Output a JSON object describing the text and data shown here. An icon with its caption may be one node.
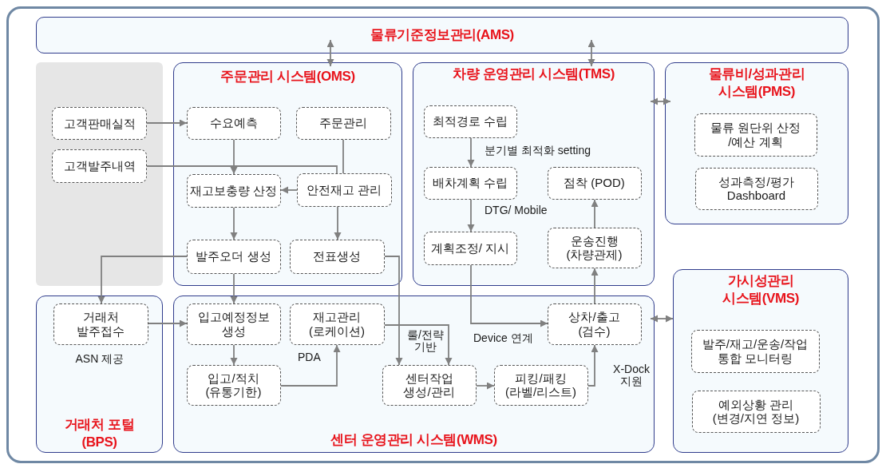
{
  "diagram": {
    "nodes": [
      {
        "text": [
          "물류기준정보관리(AMS)"
        ]
      },
      {
        "text": [],
        "shape": "box"
      },
      {
        "text": [
          "고객판매실적"
        ],
        "in": 1
      },
      {
        "text": [
          "고객발주내역"
        ],
        "in": 1
      },
      {
        "text": [
          "주문관리 시스템(OMS)"
        ]
      },
      {
        "text": [
          "수요예측"
        ],
        "in": 4
      },
      {
        "text": [
          "주문관리"
        ],
        "in": 4
      },
      {
        "text": [
          "재고보충량 산정"
        ],
        "in": 4
      },
      {
        "text": [
          "안전재고 관리"
        ],
        "in": 4
      },
      {
        "text": [
          "발주오더 생성"
        ],
        "in": 4
      },
      {
        "text": [
          "전표생성"
        ],
        "in": 4
      },
      {
        "text": [
          "차량 운영관리 시스템(TMS)"
        ]
      },
      {
        "text": [
          "최적경로 수립"
        ],
        "in": 11
      },
      {
        "text": [
          "배차계획 수립"
        ],
        "in": 11
      },
      {
        "text": [
          "점착 (POD)"
        ],
        "in": 11
      },
      {
        "text": [
          "계획조정/ 지시"
        ],
        "in": 11
      },
      {
        "text": [
          "운송진행 (차량관제)"
        ],
        "in": 11
      },
      {
        "text": [
          "물류비/성과관리 시스템(PMS)"
        ]
      },
      {
        "text": [
          "물류 원단위 산정 /예산 계획"
        ],
        "in": 17
      },
      {
        "text": [
          "성과측정/평가 Dashboard"
        ],
        "in": 17
      },
      {
        "text": [
          "거래처 포털 (BPS)"
        ]
      },
      {
        "text": [
          "거래처 발주접수"
        ],
        "in": 20,
        "beside": [
          "ASN 제공"
        ]
      },
      {
        "text": [
          "센터 운영관리 시스템(WMS)"
        ]
      },
      {
        "text": [
          "입고예정정보 생성"
        ],
        "in": 22
      },
      {
        "text": [
          "재고관리 (로케이션)"
        ],
        "in": 22
      },
      {
        "text": [
          "상차/출고 (검수)"
        ],
        "in": 22
      },
      {
        "text": [
          "입고/적치 (유통기한)"
        ],
        "in": 22
      },
      {
        "text": [
          "센터작업 생성/관리"
        ],
        "in": 22
      },
      {
        "text": [
          "피킹/패킹 (라벨/리스트)"
        ],
        "in": 22
      },
      {
        "text": [
          "가시성관리 시스템(VMS)"
        ]
      },
      {
        "text": [
          "발주/재고/운송/작업 통합 모니터링"
        ],
        "in": 29
      },
      {
        "text": [
          "예외상황 관리 (변경/지연 정보)"
        ],
        "in": 29
      }
    ],
    "edges": [
      {
        "from": 0,
        "to": 4,
        "arrow": "both"
      },
      {
        "from": 0,
        "to": 11,
        "arrow": "both"
      },
      {
        "from": 11,
        "to": 17,
        "arrow": "both"
      },
      {
        "from": 22,
        "to": 29,
        "arrow": "both"
      },
      {
        "from": 2,
        "to": 5,
        "arrow": "to"
      },
      {
        "from": 3,
        "to": 8,
        "arrow": "none"
      },
      {
        "from": 6,
        "to": 8,
        "arrow": "none"
      },
      {
        "from": 5,
        "to": 7,
        "arrow": "to"
      },
      {
        "from": 8,
        "to": 7,
        "arrow": "to"
      },
      {
        "from": 7,
        "to": 9,
        "arrow": "to"
      },
      {
        "from": 8,
        "to": 10,
        "arrow": "to"
      },
      {
        "from": 9,
        "to": 21,
        "arrow": "to"
      },
      {
        "from": 9,
        "to": 23,
        "arrow": "to"
      },
      {
        "from": 10,
        "to": 27,
        "arrow": "to"
      },
      {
        "from": 24,
        "to": 27,
        "arrow": "to",
        "label": "룰/전략 기반"
      },
      {
        "from": 21,
        "to": 23,
        "arrow": "to"
      },
      {
        "from": 23,
        "to": 26,
        "arrow": "to"
      },
      {
        "from": 26,
        "to": 24,
        "arrow": "to",
        "label": "PDA"
      },
      {
        "from": 27,
        "to": 28,
        "arrow": "to"
      },
      {
        "from": 28,
        "to": 25,
        "arrow": "to",
        "label": "X-Dock 지원"
      },
      {
        "from": 15,
        "to": 25,
        "arrow": "to",
        "label": "Device 연계"
      },
      {
        "from": 25,
        "to": 16,
        "arrow": "to"
      },
      {
        "from": 16,
        "to": 14,
        "arrow": "to"
      },
      {
        "from": 12,
        "to": 13,
        "arrow": "to",
        "label": "분기별 최적화 setting"
      },
      {
        "from": 13,
        "to": 15,
        "arrow": "to",
        "label": "DTG/ Mobile"
      }
    ]
  }
}
